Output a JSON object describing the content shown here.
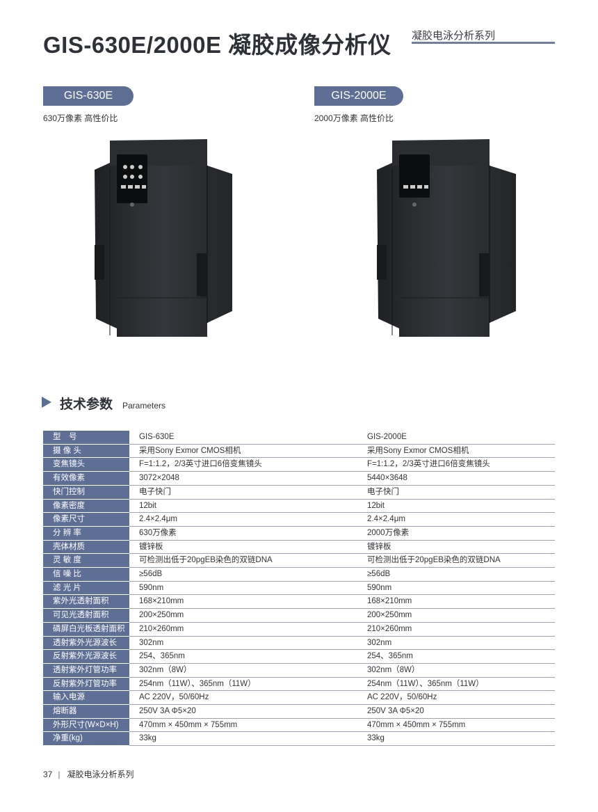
{
  "header": {
    "title": "GIS-630E/2000E 凝胶成像分析仪",
    "series": "凝胶电泳分析系列"
  },
  "colors": {
    "accent": "#5d6f94",
    "device": "#2b2d30"
  },
  "models": [
    {
      "name": "GIS-630E",
      "subtitle": "630万像素 高性价比"
    },
    {
      "name": "GIS-2000E",
      "subtitle": "2000万像素 高性价比"
    }
  ],
  "params": {
    "title_cn": "技术参数",
    "title_en": "Parameters",
    "rows": [
      [
        "型　号",
        "GIS-630E",
        "GIS-2000E"
      ],
      [
        "摄 像 头",
        "采用Sony Exmor CMOS相机",
        "采用Sony Exmor CMOS相机"
      ],
      [
        "变焦镜头",
        "F=1:1.2，2/3英寸进口6倍变焦镜头",
        "F=1:1.2，2/3英寸进口6倍变焦镜头"
      ],
      [
        "有效像素",
        "3072×2048",
        "5440×3648"
      ],
      [
        "快门控制",
        "电子快门",
        "电子快门"
      ],
      [
        "像素密度",
        "12bit",
        "12bit"
      ],
      [
        "像素尺寸",
        "2.4×2.4μm",
        "2.4×2.4μm"
      ],
      [
        "分 辨 率",
        "630万像素",
        "2000万像素"
      ],
      [
        "壳体材质",
        "镀锌板",
        "镀锌板"
      ],
      [
        "灵 敏 度",
        "可检测出低于20pgEB染色的双链DNA",
        "可检测出低于20pgEB染色的双链DNA"
      ],
      [
        "信 噪 比",
        "≥56dB",
        "≥56dB"
      ],
      [
        "滤 光 片",
        "590nm",
        "590nm"
      ],
      [
        "紫外光透射面积",
        "168×210mm",
        "168×210mm"
      ],
      [
        "可见光透射面积",
        "200×250mm",
        "200×250mm"
      ],
      [
        "磷屏白光板透射面积",
        "210×260mm",
        "210×260mm"
      ],
      [
        "透射紫外光源波长",
        "302nm",
        "302nm"
      ],
      [
        "反射紫外光源波长",
        "254、365nm",
        "254、365nm"
      ],
      [
        "透射紫外灯管功率",
        "302nm（8W）",
        "302nm（8W）"
      ],
      [
        "反射紫外灯管功率",
        "254nm（11W）、365nm（11W）",
        "254nm（11W）、365nm（11W）"
      ],
      [
        "输入电源",
        "AC 220V，50/60Hz",
        "AC 220V，50/60Hz"
      ],
      [
        "熔断器",
        "250V 3A Φ5×20",
        "250V 3A Φ5×20"
      ],
      [
        "外形尺寸(W×D×H)",
        "470mm × 450mm × 755mm",
        "470mm × 450mm × 755mm"
      ],
      [
        "净重(kg)",
        "33kg",
        "33kg"
      ]
    ]
  },
  "footer": {
    "page_number": "37",
    "series": "凝胶电泳分析系列"
  }
}
